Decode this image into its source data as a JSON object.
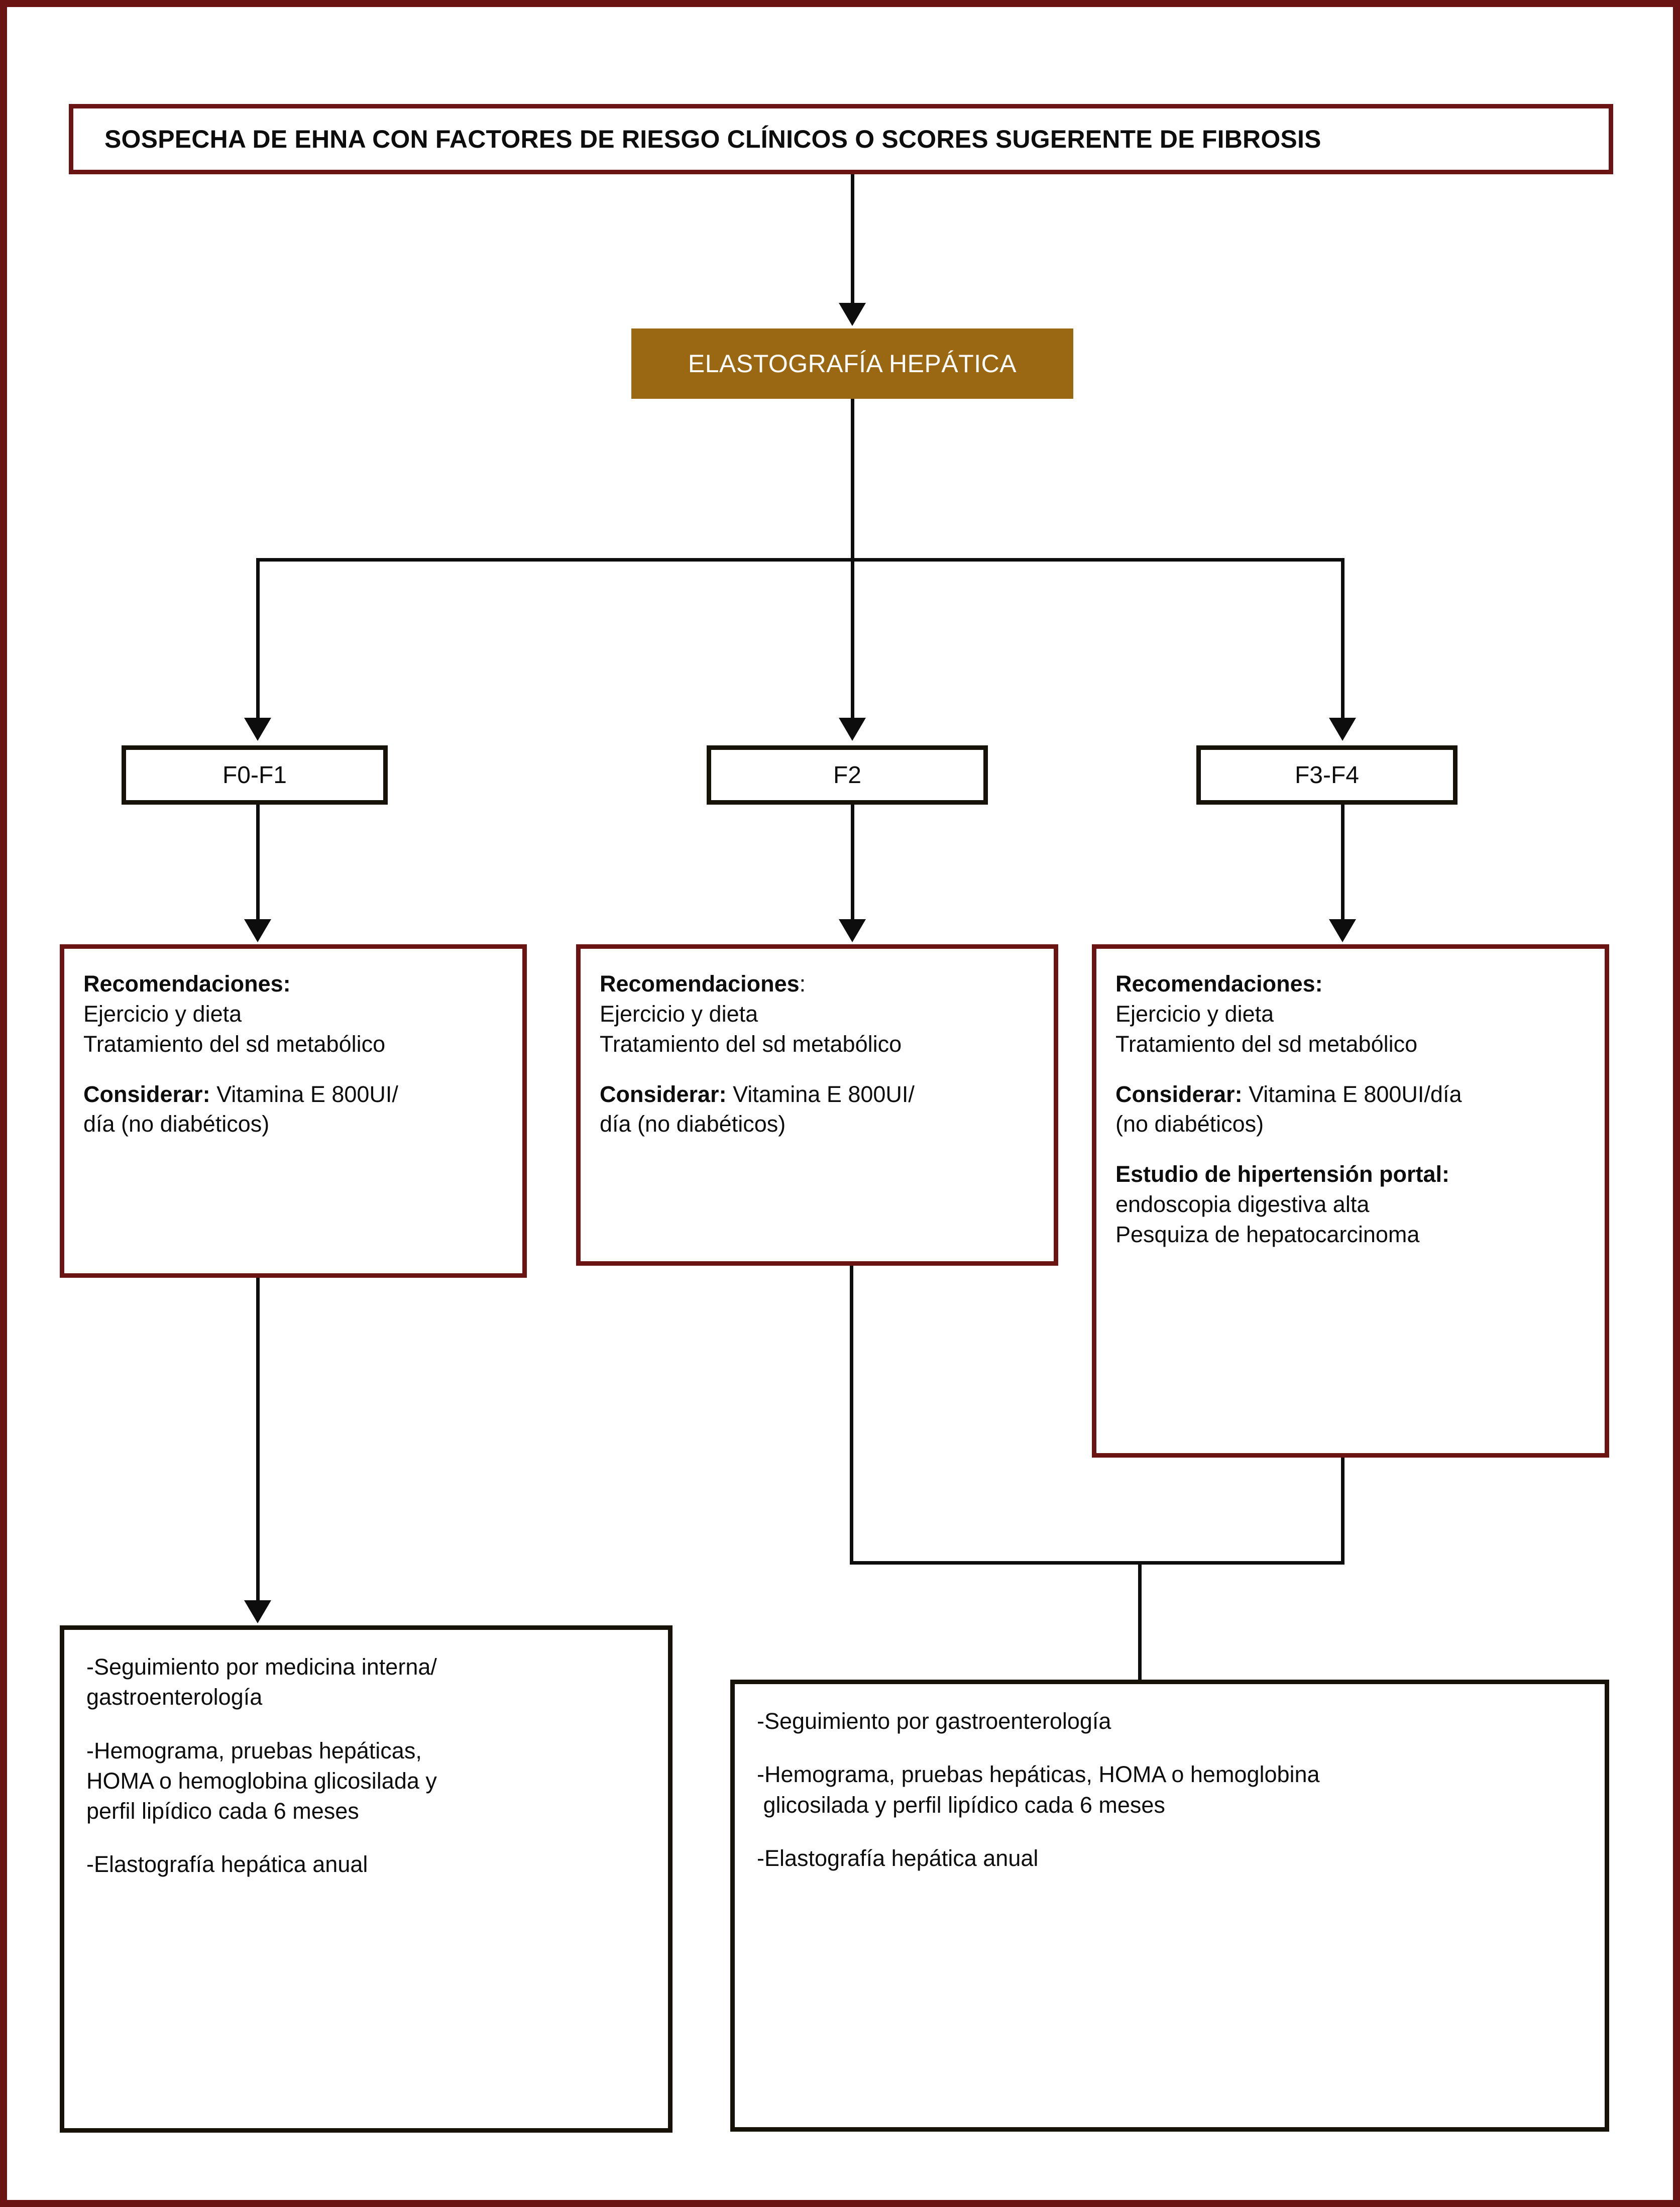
{
  "document": {
    "type": "clinical-flowchart",
    "language": "es",
    "frame_color": "#6b1414"
  },
  "header": {
    "title": "SOSPECHA DE EHNA CON FACTORES DE RIESGO CLÍNICOS O SCORES SUGERENTE DE FIBROSIS",
    "border_color": "#6b1414"
  },
  "elastography": {
    "label": "ELASTOGRAFÍA HEPÁTICA",
    "fill_color": "#9a6712",
    "text_color": "#ffffff"
  },
  "stages": [
    {
      "id": "f0-f1",
      "label": "F0-F1"
    },
    {
      "id": "f2",
      "label": "F2"
    },
    {
      "id": "f3-f4",
      "label": "F3-F4"
    }
  ],
  "recommendations": {
    "box1": {
      "heading": "Recomendaciones:",
      "line1": "Ejercicio y dieta",
      "line2": "Tratamiento del sd metabólico",
      "consider_label": "Considerar:",
      "consider_text": " Vitamina E 800UI/",
      "consider_line2": "día (no diabéticos)"
    },
    "box2": {
      "heading": "Recomendaciones",
      "heading_suffix": ":",
      "line1": "Ejercicio y dieta",
      "line2": "Tratamiento del sd metabólico",
      "consider_label": "Considerar:",
      "consider_text": " Vitamina E 800UI/",
      "consider_line2": "día (no diabéticos)"
    },
    "box3": {
      "heading": "Recomendaciones:",
      "line1": "Ejercicio y dieta",
      "line2": "Tratamiento del sd metabólico",
      "consider_label": "Considerar:",
      "consider_text": " Vitamina E 800UI/día",
      "consider_line2": "(no diabéticos)",
      "portal_label": "Estudio de hipertensión portal:",
      "portal_line1": "endoscopia digestiva alta",
      "portal_line2": "Pesquiza de hepatocarcinoma"
    }
  },
  "outcomes": {
    "left": {
      "item1_l1": "-Seguimiento por medicina interna/",
      "item1_l2": "gastroenterología",
      "item2_l1": "-Hemograma, pruebas hepáticas,",
      "item2_l2": "HOMA o hemoglobina glicosilada y",
      "item2_l3": "perfil lipídico cada 6 meses",
      "item3": "-Elastografía hepática anual"
    },
    "right": {
      "item1": "-Seguimiento por gastroenterología",
      "item2_l1": "-Hemograma, pruebas hepáticas, HOMA o hemoglobina",
      "item2_l2": " glicosilada y perfil lipídico cada 6 meses",
      "item3": "-Elastografía hepática anual"
    }
  }
}
